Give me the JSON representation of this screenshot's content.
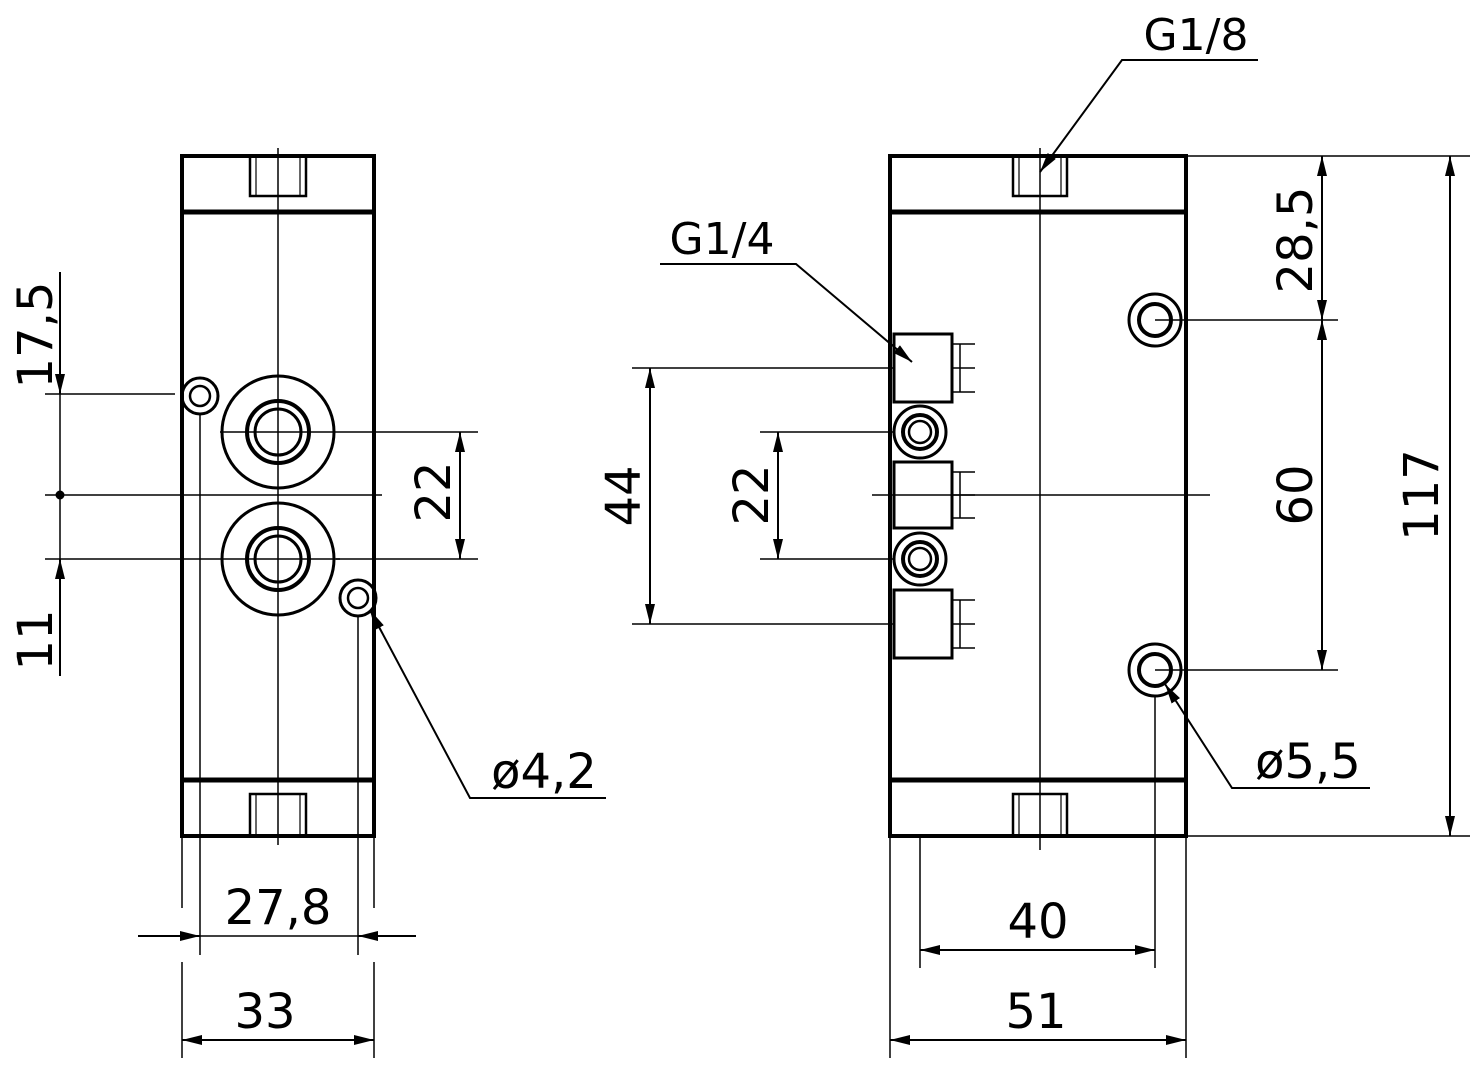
{
  "colors": {
    "line": "#000000",
    "background": "#ffffff"
  },
  "left_view": {
    "dims": {
      "width_27_8": "27,8",
      "width_33": "33",
      "height_22": "22",
      "offset_17_5": "17,5",
      "offset_11": "11"
    },
    "callouts": {
      "hole_dia": "ø4,2"
    }
  },
  "right_view": {
    "dims": {
      "width_40": "40",
      "width_51": "51",
      "height_28_5": "28,5",
      "height_60": "60",
      "height_117": "117",
      "height_44": "44",
      "height_22": "22"
    },
    "callouts": {
      "port_top": "G1/8",
      "port_side": "G1/4",
      "hole_dia": "ø5,5"
    }
  }
}
